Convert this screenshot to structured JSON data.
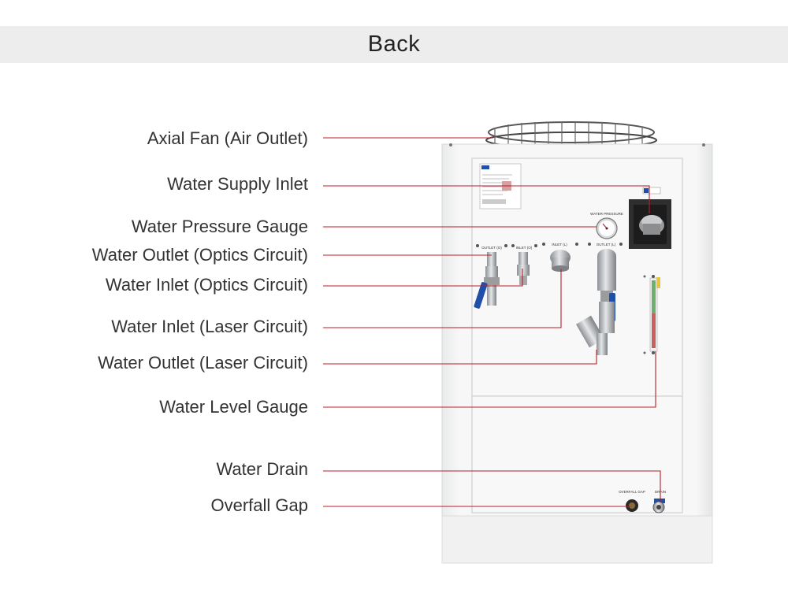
{
  "header": {
    "title": "Back"
  },
  "labels": [
    {
      "id": "axial-fan",
      "text": "Axial Fan (Air Outlet)"
    },
    {
      "id": "water-supply-inlet",
      "text": "Water Supply Inlet"
    },
    {
      "id": "water-pressure-gauge",
      "text": "Water Pressure Gauge"
    },
    {
      "id": "water-outlet-optics",
      "text": "Water Outlet (Optics Circuit)"
    },
    {
      "id": "water-inlet-optics",
      "text": "Water Inlet (Optics Circuit)"
    },
    {
      "id": "water-inlet-laser",
      "text": "Water Inlet (Laser Circuit)"
    },
    {
      "id": "water-outlet-laser",
      "text": "Water Outlet (Laser Circuit)"
    },
    {
      "id": "water-level-gauge",
      "text": "Water Level Gauge"
    },
    {
      "id": "water-drain",
      "text": "Water Drain"
    },
    {
      "id": "overfall-gap",
      "text": "Overfall Gap"
    }
  ],
  "machine": {
    "pressure_gauge_label": "WATER PRESSURE",
    "port_labels": [
      "OUTLET (O)",
      "INLET (O)",
      "INLET (L)",
      "OUTLET (L)"
    ],
    "overfall_label": "OVERFALL GAP",
    "drain_label": "DRAIN"
  },
  "colors": {
    "leader": "#b81c2a",
    "header_bg": "#ededed",
    "valve_handle": "#1f4fa8"
  }
}
